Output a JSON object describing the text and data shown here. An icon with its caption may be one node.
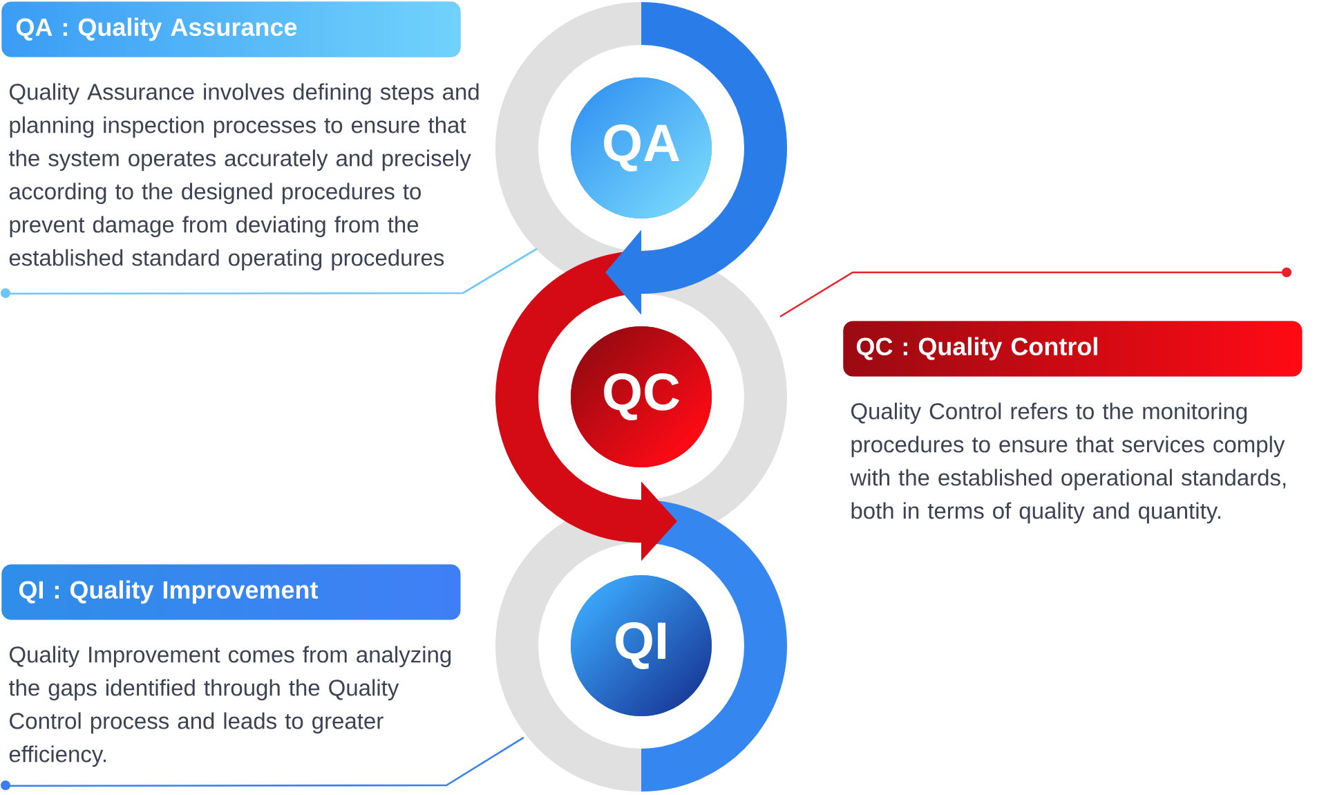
{
  "diagram": {
    "nodes": [
      {
        "text": [
          "QA : Quality Assurance",
          "Quality Assurance involves defining steps and planning inspection processes to ensure that the system operates accurately and precisely according to the designed procedures to prevent damage from deviating from the established standard operating procedures"
        ]
      },
      {
        "text": [
          "QA"
        ]
      },
      {
        "text": [
          "QC"
        ]
      },
      {
        "text": [
          "QC : Quality Control",
          "Quality Control refers to the monitoring procedures to ensure that services comply with the established operational standards, both in terms of quality and quantity."
        ]
      },
      {
        "text": [
          "QI : Quality Improvement",
          "Quality Improvement comes from analyzing the gaps identified through the Quality Control process and leads to greater efficiency."
        ]
      },
      {
        "text": [
          "QI"
        ]
      }
    ],
    "edges": [
      {
        "from": 0,
        "to": 1,
        "arrow": "none",
        "color": "#6ec6f7"
      },
      {
        "from": 1,
        "to": 2,
        "arrow": "to",
        "style": "thick",
        "color": "#2a7de8"
      },
      {
        "from": 3,
        "to": 2,
        "arrow": "none",
        "color": "#e8202a"
      },
      {
        "from": 2,
        "to": 5,
        "arrow": "to",
        "style": "thick",
        "color": "#d40a14"
      },
      {
        "from": 4,
        "to": 5,
        "arrow": "none",
        "color": "#3a7ff0"
      }
    ]
  }
}
